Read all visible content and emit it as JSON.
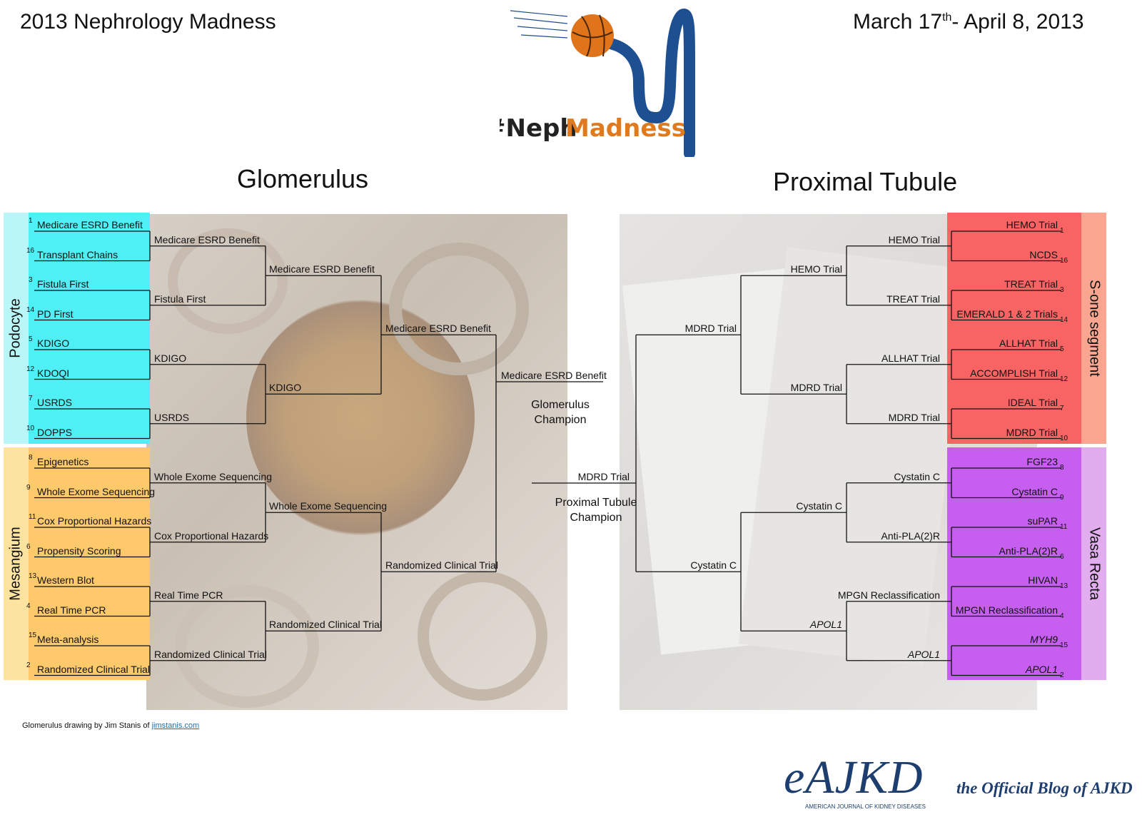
{
  "header": {
    "left_title": "2013 Nephrology Madness",
    "date_prefix": "March 17",
    "date_sup": "th",
    "date_suffix": "- April 8, 2013",
    "logo_hash": "#Neph",
    "logo_word": "Madness"
  },
  "regions": {
    "left": "Glomerulus",
    "right": "Proximal Tubule",
    "podocyte": "Podocyte",
    "mesangium": "Mesangium",
    "s_one": "S-one segment",
    "vasa": "Vasa Recta"
  },
  "left_r1": [
    {
      "seed": "1",
      "name": "Medicare ESRD Benefit"
    },
    {
      "seed": "16",
      "name": "Transplant Chains"
    },
    {
      "seed": "3",
      "name": "Fistula First"
    },
    {
      "seed": "14",
      "name": "PD First"
    },
    {
      "seed": "5",
      "name": "KDIGO"
    },
    {
      "seed": "12",
      "name": "KDOQI"
    },
    {
      "seed": "7",
      "name": "USRDS"
    },
    {
      "seed": "10",
      "name": "DOPPS"
    },
    {
      "seed": "8",
      "name": "Epigenetics"
    },
    {
      "seed": "9",
      "name": "Whole Exome Sequencing"
    },
    {
      "seed": "11",
      "name": "Cox Proportional Hazards"
    },
    {
      "seed": "6",
      "name": "Propensity Scoring"
    },
    {
      "seed": "13",
      "name": "Western Blot"
    },
    {
      "seed": "4",
      "name": "Real Time PCR"
    },
    {
      "seed": "15",
      "name": "Meta-analysis"
    },
    {
      "seed": "2",
      "name": "Randomized Clinical Trial"
    }
  ],
  "left_r2": [
    "Medicare ESRD Benefit",
    "Fistula First",
    "KDIGO",
    "USRDS",
    "Whole Exome Sequencing",
    "Cox Proportional Hazards",
    "Real Time PCR",
    "Randomized Clinical Trial"
  ],
  "left_r3": [
    "Medicare ESRD Benefit",
    "KDIGO",
    "Whole Exome Sequencing",
    "Randomized Clinical Trial"
  ],
  "left_r4": [
    "Medicare ESRD Benefit",
    "Randomized Clinical Trial"
  ],
  "left_champion": {
    "name": "Medicare ESRD Benefit",
    "label1": "Glomerulus",
    "label2": "Champion"
  },
  "right_r1": [
    {
      "seed": "1",
      "name": "HEMO Trial"
    },
    {
      "seed": "16",
      "name": "NCDS"
    },
    {
      "seed": "3",
      "name": "TREAT Trial"
    },
    {
      "seed": "14",
      "name": "EMERALD 1 & 2 Trials"
    },
    {
      "seed": "5",
      "name": "ALLHAT Trial"
    },
    {
      "seed": "12",
      "name": "ACCOMPLISH Trial"
    },
    {
      "seed": "7",
      "name": "IDEAL Trial"
    },
    {
      "seed": "10",
      "name": "MDRD Trial"
    },
    {
      "seed": "8",
      "name": "FGF23"
    },
    {
      "seed": "9",
      "name": "Cystatin C"
    },
    {
      "seed": "11",
      "name": "suPAR"
    },
    {
      "seed": "6",
      "name": "Anti-PLA(2)R"
    },
    {
      "seed": "13",
      "name": "HIVAN"
    },
    {
      "seed": "4",
      "name": "MPGN Reclassification"
    },
    {
      "seed": "15",
      "name": "MYH9"
    },
    {
      "seed": "2",
      "name": "APOL1"
    }
  ],
  "right_r2": [
    "HEMO Trial",
    "TREAT Trial",
    "ALLHAT Trial",
    "MDRD Trial",
    "Cystatin C",
    "Anti-PLA(2)R",
    "MPGN Reclassification",
    "APOL1"
  ],
  "right_r3": [
    "HEMO Trial",
    "MDRD Trial",
    "Cystatin C",
    "APOL1"
  ],
  "right_r4": [
    "MDRD Trial",
    "Cystatin C"
  ],
  "right_champion": {
    "name": "MDRD Trial",
    "label1": "Proximal Tubule",
    "label2": "Champion"
  },
  "footer": {
    "credit_text": "Glomerulus  drawing by Jim Stanis  of ",
    "credit_link": "jimstanis.com",
    "brand": "eAJKD",
    "brand_sub": "AMERICAN JOURNAL OF KIDNEY DISEASES",
    "tagline": "the Official Blog of AJKD"
  },
  "colors": {
    "podocyte": "#4ff0f5",
    "podocyte_tab": "#b9f6f7",
    "mesangium": "#fdc96b",
    "mesangium_tab": "#fde3a0",
    "s_one": "#f86464",
    "s_one_tab": "#f9a58f",
    "vasa": "#c65ef0",
    "vasa_tab": "#e2adee",
    "logo_blue": "#1d4f91",
    "logo_orange": "#e07a1f"
  }
}
